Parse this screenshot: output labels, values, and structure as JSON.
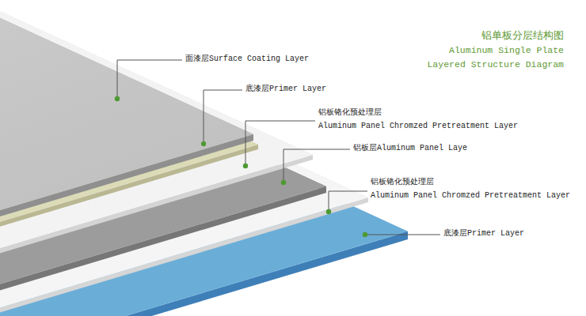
{
  "diagram": {
    "title": "铝单板分层结构图",
    "labels": [
      "Aluminum Single Plate",
      "Layered Structure Diagram",
      "面漆层Surface Coating Layer",
      "底漆层Primer Layer",
      "铝板铬化预处理层",
      "Aluminum Panel Chromzed Pretreatment Layer",
      "铝板层Aluminum Panel Laye",
      "铝板铬化预处理层",
      "Aluminum Panel Chromzed Pretreatment Layer",
      "底漆层Primer Layer"
    ]
  }
}
